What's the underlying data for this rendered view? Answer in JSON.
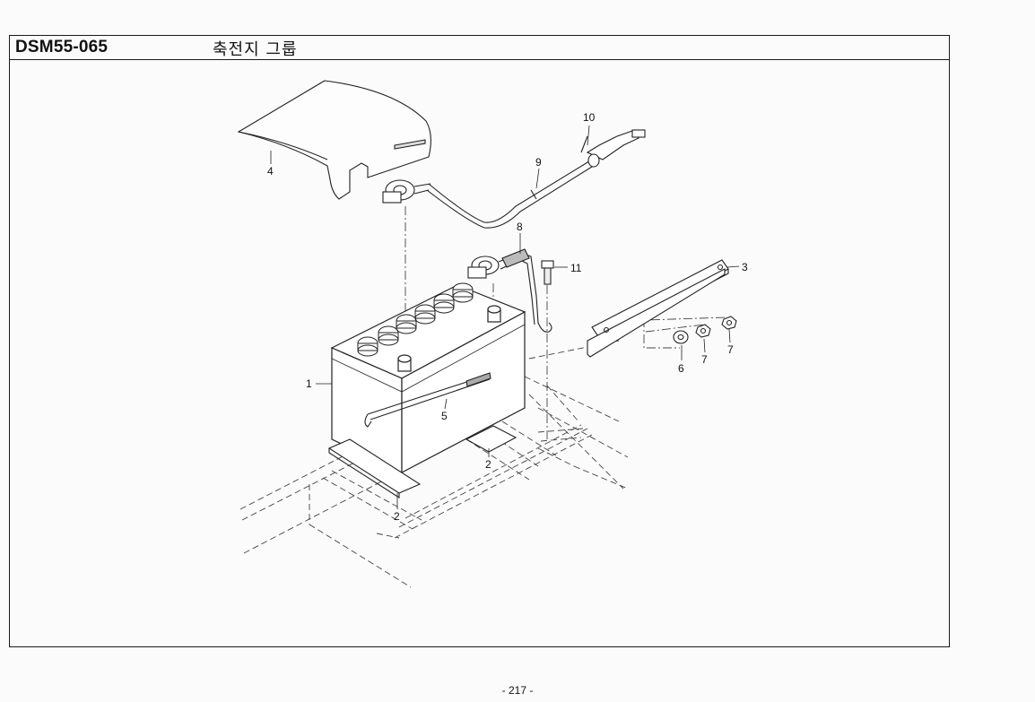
{
  "header": {
    "code": "DSM55-065",
    "title": "축전지 그룹"
  },
  "callouts": {
    "c1": "1",
    "c2a": "2",
    "c2b": "2",
    "c3": "3",
    "c4": "4",
    "c5": "5",
    "c6": "6",
    "c7a": "7",
    "c7b": "7",
    "c8": "8",
    "c9": "9",
    "c10": "10",
    "c11": "11"
  },
  "footer": {
    "page": "- 217 -"
  }
}
